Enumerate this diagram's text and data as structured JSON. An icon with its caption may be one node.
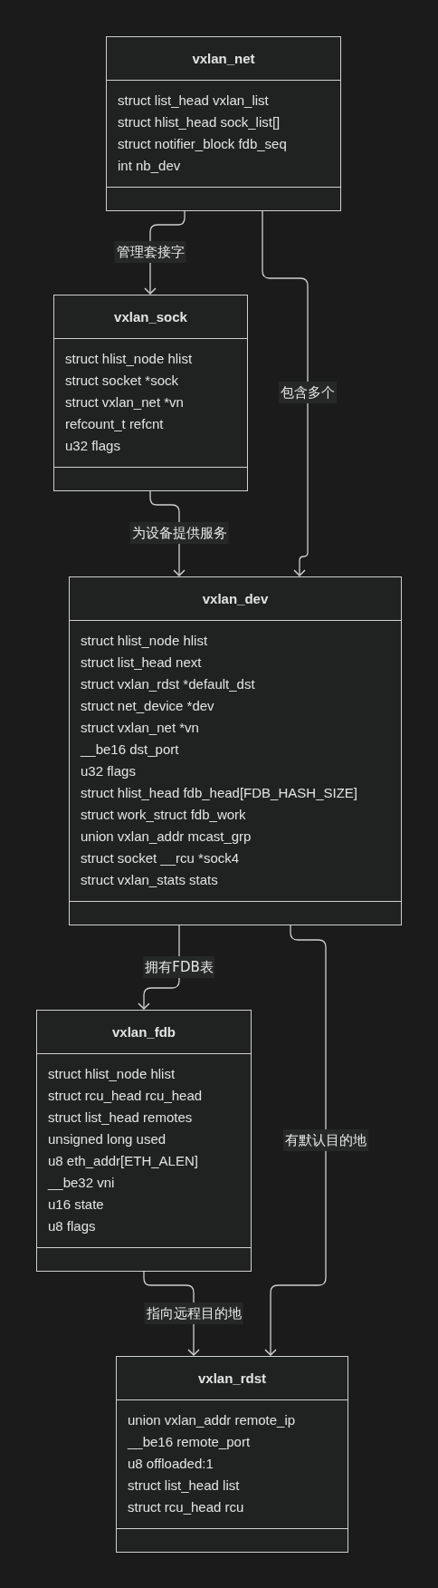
{
  "diagram": {
    "nodes": [
      {
        "text": [
          "vxlan_net",
          "struct list_head vxlan_list",
          "struct hlist_head sock_list[]",
          "struct notifier_block fdb_seq",
          "int nb_dev"
        ]
      },
      {
        "text": [
          "vxlan_sock",
          "struct hlist_node hlist",
          "struct socket *sock",
          "struct vxlan_net *vn",
          "refcount_t refcnt",
          "u32 flags"
        ]
      },
      {
        "text": [
          "vxlan_dev",
          "struct hlist_node hlist",
          "struct list_head next",
          "struct vxlan_rdst *default_dst",
          "struct net_device *dev",
          "struct vxlan_net *vn",
          "__be16 dst_port",
          "u32 flags",
          "struct hlist_head fdb_head[FDB_HASH_SIZE]",
          "struct work_struct fdb_work",
          "union vxlan_addr mcast_grp",
          "struct socket __rcu *sock4",
          "struct vxlan_stats stats"
        ]
      },
      {
        "text": [
          "vxlan_fdb",
          "struct hlist_node hlist",
          "struct rcu_head rcu_head",
          "struct list_head remotes",
          "unsigned long used",
          "u8 eth_addr[ETH_ALEN]",
          "__be32 vni",
          "u16 state",
          "u8 flags"
        ]
      },
      {
        "text": [
          "vxlan_rdst",
          "union vxlan_addr remote_ip",
          "__be16 remote_port",
          "u8 offloaded:1",
          "struct list_head list",
          "struct rcu_head rcu"
        ]
      }
    ],
    "edges": [
      {
        "from": 0,
        "to": 1,
        "arrow": "to",
        "label": "管理套接字"
      },
      {
        "from": 0,
        "to": 2,
        "arrow": "to",
        "label": "包含多个"
      },
      {
        "from": 1,
        "to": 2,
        "arrow": "to",
        "label": "为设备提供服务"
      },
      {
        "from": 2,
        "to": 3,
        "arrow": "to",
        "label": "拥有FDB表"
      },
      {
        "from": 2,
        "to": 4,
        "arrow": "to",
        "label": "有默认目的地"
      },
      {
        "from": 3,
        "to": 4,
        "arrow": "to",
        "label": "指向远程目的地"
      }
    ]
  }
}
